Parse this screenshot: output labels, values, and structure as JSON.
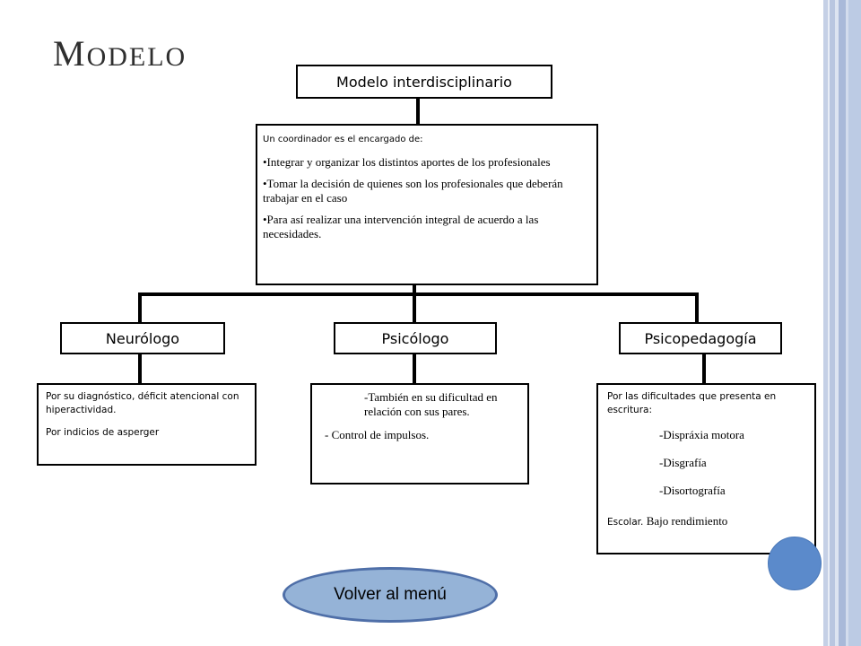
{
  "slide": {
    "title_first": "M",
    "title_rest": "ODELO"
  },
  "diagram": {
    "top_label": "Modelo interdisciplinario",
    "coordinator": {
      "intro": "Un coordinador es el encargado de:",
      "bullets": [
        "•Integrar y  organizar los distintos aportes de los profesionales",
        "•Tomar la decisión de quienes son los profesionales que deberán trabajar en el caso",
        "•Para así realizar una intervención integral de acuerdo  a las necesidades."
      ]
    },
    "neurologo": {
      "label": "Neurólogo",
      "lines": [
        "Por su diagnóstico, déficit atencional con hiperactividad.",
        "Por indicios de asperger"
      ]
    },
    "psicologo": {
      "label": "Psicólogo",
      "lines": [
        "-También en su dificultad en relación con sus pares.",
        "- Control de impulsos."
      ]
    },
    "psicopedagogia": {
      "label": "Psicopedagogía",
      "intro": "Por las dificultades que presenta en escritura:",
      "items": [
        "-Dispráxia motora",
        "-Disgrafía",
        "-Disortografía"
      ],
      "last_prefix": "Escolar. ",
      "last_text": "Bajo rendimiento"
    }
  },
  "nav": {
    "back_label": "Volver al menú"
  },
  "colors": {
    "button_fill": "#95b3d7",
    "button_border": "#4f6fa8",
    "accent_circle": "#5b8acb"
  }
}
